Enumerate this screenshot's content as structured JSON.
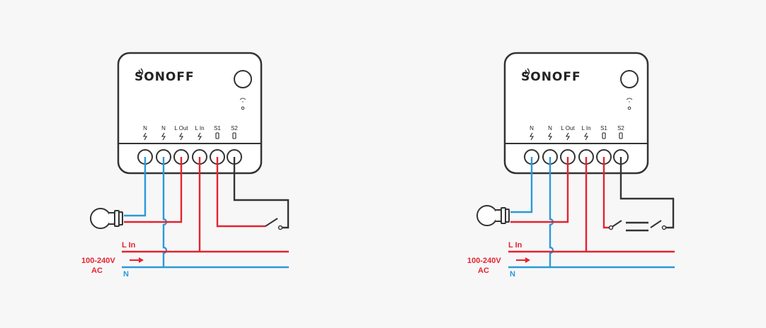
{
  "diagrams": [
    {
      "brand": "SONOFF",
      "terminals": [
        "N",
        "N",
        "L Out",
        "L In",
        "S1",
        "S2"
      ],
      "line_in_label": "L In",
      "voltage_label": "100-240V",
      "ac_label": "AC",
      "neutral_label": "N",
      "switch": "single"
    },
    {
      "brand": "SONOFF",
      "terminals": [
        "N",
        "N",
        "L Out",
        "L In",
        "S1",
        "S2"
      ],
      "line_in_label": "L In",
      "voltage_label": "100-240V",
      "ac_label": "AC",
      "neutral_label": "N",
      "switch": "two-way"
    }
  ],
  "colors": {
    "live": "#e5232e",
    "neutral": "#2a9ad7",
    "switch_wire": "#333333",
    "device_outline": "#333333",
    "background": "#f7f7f8"
  }
}
